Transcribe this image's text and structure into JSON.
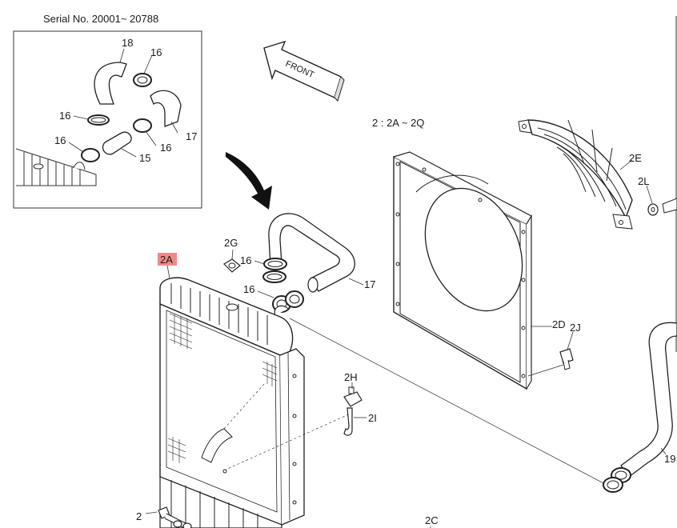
{
  "inset": {
    "serial_text": "Serial No. 20001~ 20788",
    "labels": {
      "l18": "18",
      "l16a": "16",
      "l16b": "16",
      "l16c": "16",
      "l16d": "16",
      "l17": "17",
      "l15": "15"
    }
  },
  "main": {
    "direction_label": "FRONT",
    "range_text": "2 : 2A ~ 2Q",
    "highlighted_part": "2A",
    "labels": {
      "l2G": "2G",
      "l16a": "16",
      "l16b": "16",
      "l17": "17",
      "l2D": "2D",
      "l2J": "2J",
      "l2E": "2E",
      "l2L": "2L",
      "l2H": "2H",
      "l2I": "2I",
      "l2C": "2C",
      "l19": "19",
      "l2": "2"
    }
  },
  "colors": {
    "highlight": "#f08a8a",
    "ink": "#1a1a1a"
  }
}
